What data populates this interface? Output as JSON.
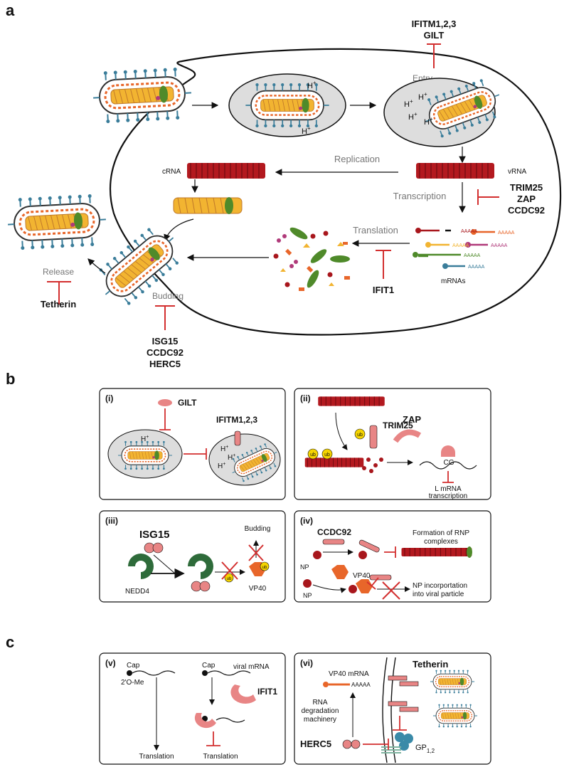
{
  "panel_a": {
    "letter": "a",
    "inhibitors": {
      "entry": [
        "IFITM1,2,3",
        "GILT"
      ],
      "transcription": [
        "TRIM25",
        "ZAP",
        "CCDC92"
      ],
      "translation": "IFIT1",
      "budding": [
        "ISG15",
        "CCDC92",
        "HERC5"
      ],
      "release": "Tetherin"
    },
    "steps": {
      "entry": "Entry",
      "replication": "Replication",
      "transcription": "Transcription",
      "translation": "Translation",
      "budding": "Budding",
      "release": "Release"
    },
    "rna": {
      "crna": "cRNA",
      "vrna": "vRNA",
      "mrnas": "mRNAs",
      "polya": "AAAAA"
    },
    "ions": {
      "h": "H",
      "plus": "+"
    }
  },
  "panel_b": {
    "letter": "b",
    "i": {
      "tag": "(i)",
      "gilt": "GILT",
      "ifitm": "IFITM1,2,3"
    },
    "ii": {
      "tag": "(ii)",
      "trim25": "TRIM25",
      "zap": "ZAP",
      "ub": "ub",
      "cg": "CG",
      "l_mrna": "L mRNA",
      "transcription": "transcription"
    },
    "iii": {
      "tag": "(iii)",
      "isg15": "ISG15",
      "budding": "Budding",
      "nedd4": "NEDD4",
      "ub": "ub",
      "vp40": "VP40"
    },
    "iv": {
      "tag": "(iv)",
      "ccdc92": "CCDC92",
      "np": "NP",
      "vp40": "VP40",
      "formation": [
        "Formation of RNP",
        "complexes"
      ],
      "incorporation": [
        "NP incorportation",
        "into viral particle"
      ]
    }
  },
  "panel_c": {
    "letter": "c",
    "v": {
      "tag": "(v)",
      "cap": "Cap",
      "ome": "2'O-Me",
      "viral_mrna": "viral mRNA",
      "ifit1": "IFIT1",
      "translation": "Translation"
    },
    "vi": {
      "tag": "(vi)",
      "tetherin": "Tetherin",
      "vp40_mrna": "VP40 mRNA",
      "polya": "AAAAA",
      "rna_deg": [
        "RNA",
        "degradation",
        "machinery"
      ],
      "herc5": "HERC5",
      "gp": "GP",
      "gp_sub": "1,2"
    }
  }
}
